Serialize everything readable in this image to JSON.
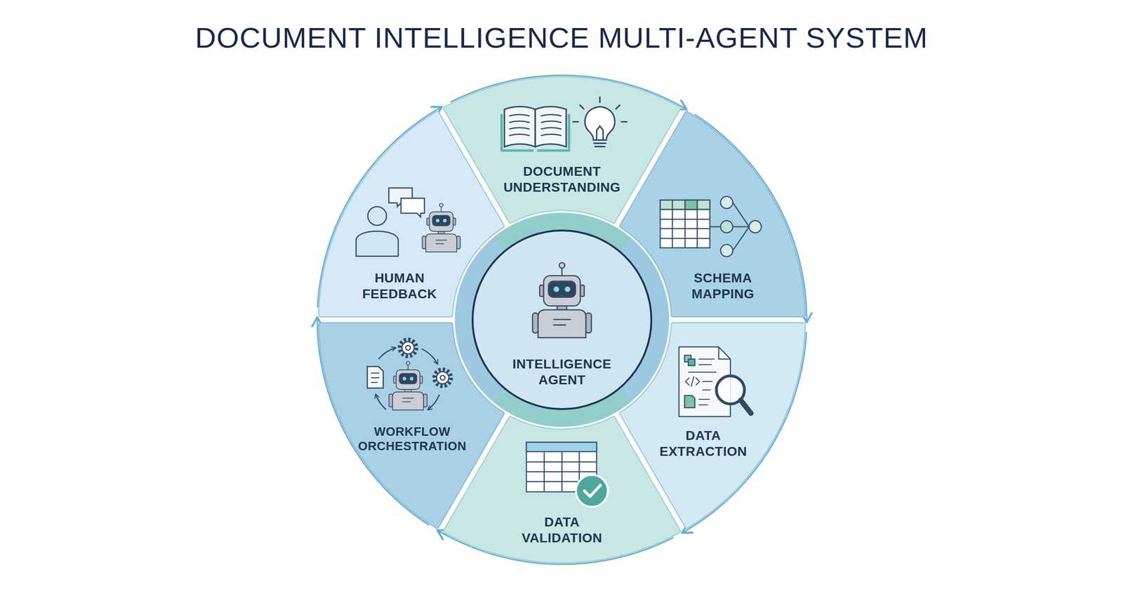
{
  "diagram": {
    "title": "DOCUMENT INTELLIGENCE MULTI-AGENT SYSTEM",
    "nodes": [
      {
        "text": [
          "DOCUMENT UNDERSTANDING"
        ]
      },
      {
        "text": [
          "SCHEMA MAPPING"
        ]
      },
      {
        "text": [
          "DATA EXTRACTION"
        ]
      },
      {
        "text": [
          "DATA VALIDATION"
        ]
      },
      {
        "text": [
          "WORKFLOW ORCHESTRATION"
        ]
      },
      {
        "text": [
          "HUMAN FEEDBACK"
        ]
      },
      {
        "text": [
          "INTELLIGENCE AGENT"
        ]
      }
    ],
    "edges": [
      {
        "from": 0,
        "to": 1,
        "arrow": "to"
      },
      {
        "from": 1,
        "to": 2,
        "arrow": "to"
      },
      {
        "from": 2,
        "to": 3,
        "arrow": "to"
      },
      {
        "from": 3,
        "to": 4,
        "arrow": "to"
      },
      {
        "from": 4,
        "to": 5,
        "arrow": "to"
      },
      {
        "from": 5,
        "to": 0,
        "arrow": "to"
      }
    ]
  }
}
